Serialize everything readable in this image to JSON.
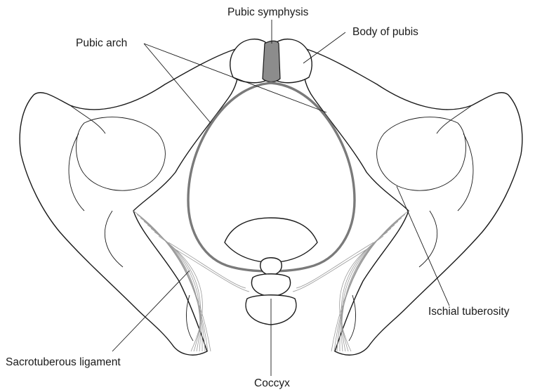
{
  "labels": {
    "pubic_symphysis": "Pubic symphysis",
    "body_of_pubis": "Body of pubis",
    "pubic_arch": "Pubic arch",
    "ischial_tuberosity": "Ischial tuberosity",
    "sacrotuberous_ligament": "Sacrotuberous ligament",
    "coccyx": "Coccyx"
  },
  "colors": {
    "outline": "#1a1a1a",
    "symphysis_fill": "#8c8c8c",
    "ligament": "#9a9a9a",
    "pelvic_inlet": "#7a7a7a"
  }
}
